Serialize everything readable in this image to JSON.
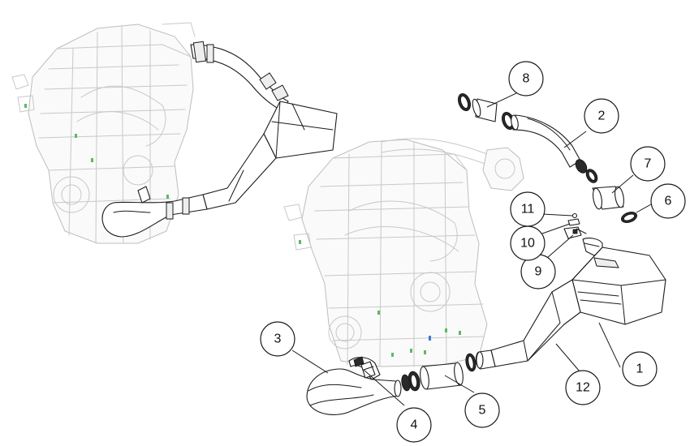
{
  "callouts": {
    "c1": "1",
    "c2": "2",
    "c3": "3",
    "c4": "4",
    "c5": "5",
    "c6": "6",
    "c7": "7",
    "c8": "8",
    "c9": "9",
    "c10": "10",
    "c11": "11",
    "c12": "12"
  },
  "colors": {
    "line": "#1a1a1a",
    "ghost": "#c8c8c8",
    "marker_green": "#5fb85f",
    "marker_blue": "#3a7bd5"
  }
}
